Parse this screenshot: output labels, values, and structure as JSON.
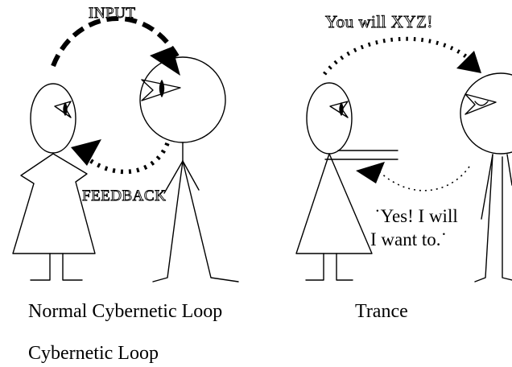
{
  "left_panel": {
    "input_label": "INPUT",
    "feedback_label": "FEEDBACK",
    "caption": "Normal Cybernetic Loop"
  },
  "right_panel": {
    "command_text": "You will XYZ!",
    "reply_line1": "˙Yes!  I will",
    "reply_line2": "I want to.˙",
    "caption": "Trance"
  },
  "footer": {
    "caption": "Cybernetic Loop"
  }
}
